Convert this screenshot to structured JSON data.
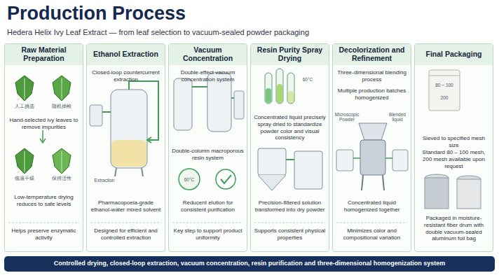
{
  "diagram": {
    "title": "Production Process",
    "caption": "Hedera Helix Ivy Leaf Extract — from leaf selection to vacuum-sealed powder packaging",
    "nodes": [
      {
        "text": [
          "Raw Material Preparation",
          "Hand-selected ivy leaves to remove impurities",
          "Low-temperature drying reduces to safe levels",
          "Helps preserve enzymatic activity"
        ]
      },
      {
        "text": [
          "Ethanol Extraction",
          "Closed-loop countercurrent extraction",
          "Pharmacopoeia-grade ethanol-water mixed solvent",
          "Designed for efficient and controlled extraction"
        ]
      },
      {
        "text": [
          "Vacuum Concentration",
          "Double-effect vacuum concentration system",
          "Double-column macroporous resin system",
          "Reducent elution for consistent purification",
          "Key step to support product uniformity"
        ]
      },
      {
        "text": [
          "Resin Purity Spray Drying",
          "Concentrated liquid precisely spray dried to standardize powder color and visual consistency",
          "Precision-filtered solution transformed into dry powder",
          "Supports consistent physical properties"
        ]
      },
      {
        "text": [
          "Decolorization and Refinement",
          "Three-dimensional blending process",
          "Multiple production batches homogenized",
          "Concentrated liquid homogenized together",
          "Minimizes color and compositional variation"
        ]
      },
      {
        "text": [
          "Final Packaging",
          "Sieved to specified mesh size",
          "Standard 80 – 100 mesh, 200 mesh available upon request",
          "Packaged in moisture-resistant fiber drum with double vacuum-sealed aluminum foil bag"
        ]
      },
      {
        "text": [
          "Controlled drying, closed-loop extraction, vacuum concentration, resin purification and three-dimensional homogenization system"
        ]
      }
    ],
    "labels": [
      "人工挑选",
      "随机抽检",
      "低温干燥",
      "保持活性",
      "Extraction",
      "60°C",
      "60°C",
      "Microscopic Powder",
      "Blended liquid",
      "80 ~ 100",
      "200"
    ]
  }
}
